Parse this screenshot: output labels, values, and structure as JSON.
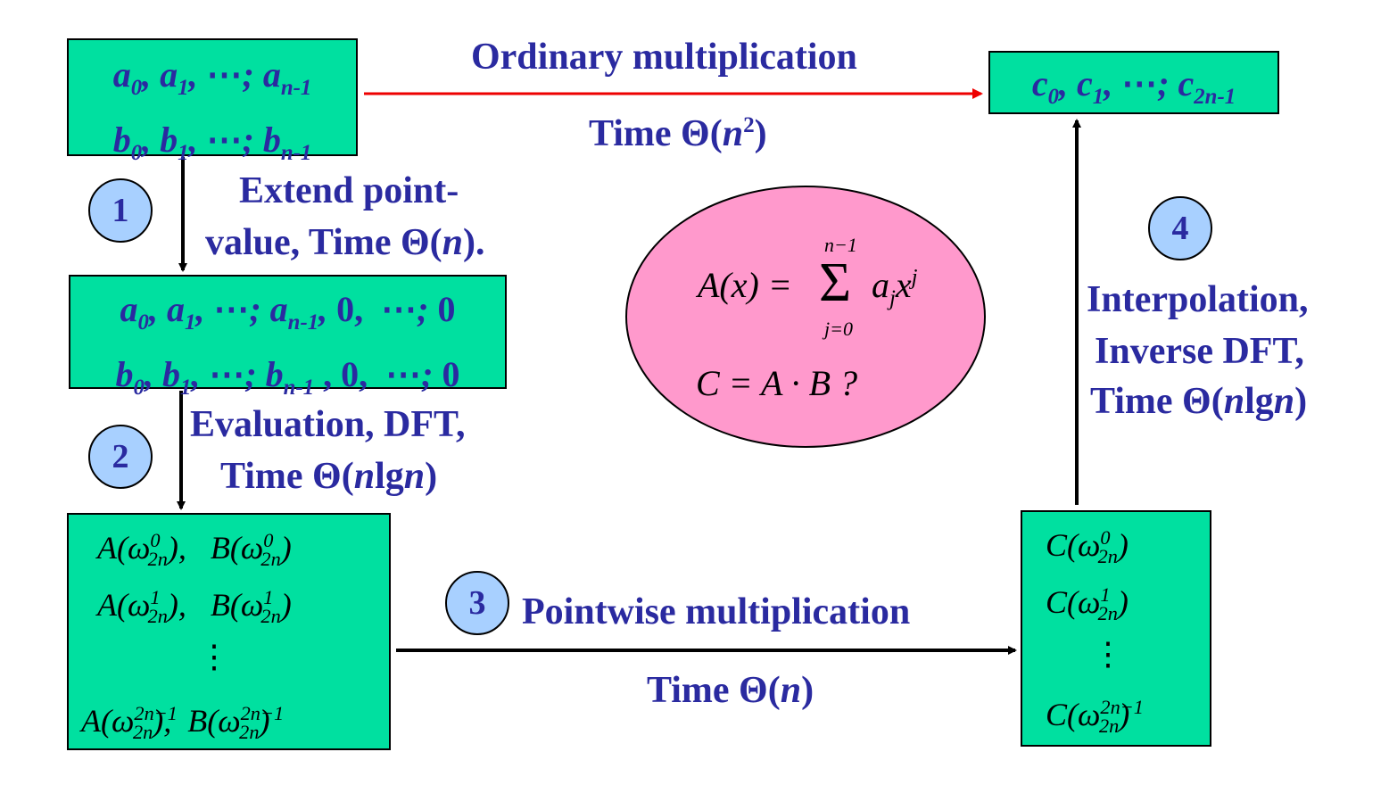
{
  "title_top": "Ordinary multiplication",
  "time_top": "Time Θ(n²)",
  "step1_label_l1": "Extend point-",
  "step1_label_l2": "value, Time Θ(n).",
  "step2_label_l1": "Evaluation, DFT,",
  "step2_label_l2": "Time Θ(nlgn)",
  "step3_label": "Pointwise multiplication",
  "step3_time": "Time Θ(n)",
  "step4_label_l1": "Interpolation,",
  "step4_label_l2": "Inverse DFT,",
  "step4_label_l3": "Time Θ(nlgn)",
  "steps": [
    "1",
    "2",
    "3",
    "4"
  ],
  "input_box": {
    "line1": "a0, a1, ⋯; an-1",
    "line2": "b0, b1, ⋯; bn-1"
  },
  "padded_box": {
    "line1": "a0, a1, ⋯; an-1, 0, ⋯; 0",
    "line2": "b0, b1, ⋯; bn-1 , 0, ⋯; 0"
  },
  "output_box": {
    "line1": "c0, c1, ⋯; c2n-1"
  },
  "eval_box": [
    "A(ω2n0), B(ω2n0)",
    "A(ω2n1), B(ω2n1)",
    "⋮",
    "A(ω2n2n−1), B(ω2n2n−1)"
  ],
  "prod_box": [
    "C(ω2n0)",
    "C(ω2n1)",
    "⋮",
    "C(ω2n2n−1)"
  ],
  "ellipse": {
    "formula": "A(x) = Σ j=0..n−1 aj x^j",
    "question": "C = A · B ?"
  },
  "colors": {
    "box": "#00e0a0",
    "label": "#2a2aa0",
    "ellipse": "#ff99cc",
    "circle": "#a8d0ff",
    "red_arrow": "#ee0000"
  }
}
